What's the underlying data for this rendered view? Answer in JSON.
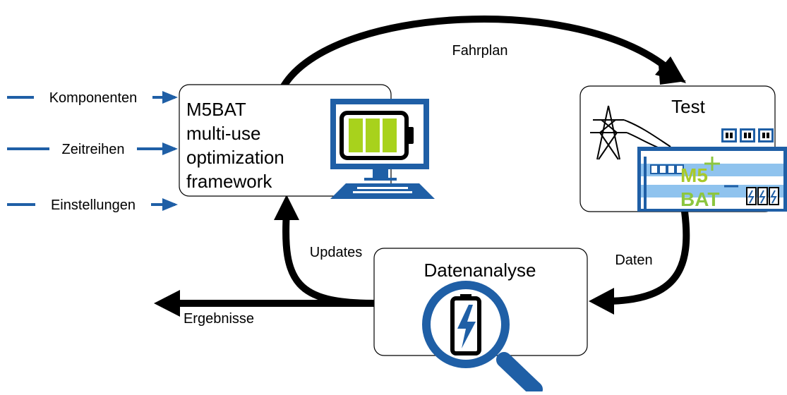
{
  "inputs": [
    "Komponenten",
    "Zeitreihen",
    "Einstellungen"
  ],
  "optimizer": {
    "lines": [
      "M5BAT",
      "multi-use",
      "optimization",
      "framework"
    ]
  },
  "test": {
    "title": "Test",
    "logo_top": "M5",
    "logo_bottom": "BAT"
  },
  "analysis": {
    "title": "Datenanalyse"
  },
  "arrows": {
    "schedule": "Fahrplan",
    "data": "Daten",
    "updates": "Updates",
    "results": "Ergebnisse"
  },
  "colors": {
    "brand_blue": "#1f5fa6",
    "battery_green": "#a8d21c",
    "light_blue": "#8fc3ee",
    "logo_green": "#8cc63f",
    "arrow": "#000000"
  }
}
